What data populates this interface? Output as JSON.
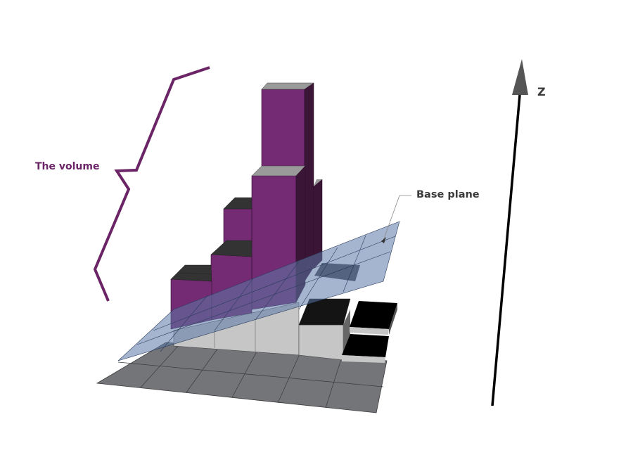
{
  "labels": {
    "volume": "The volume",
    "base_plane": "Base plane",
    "z_axis": "Z"
  },
  "colors": {
    "volume_purple": "#752a74",
    "volume_side_dark": "#3a1535",
    "volume_label": "#6b2466",
    "brace_purple": "#6b2466",
    "text_dark": "#3a3a3a",
    "ground": "#737579",
    "ground_lines": "#3a3a3a",
    "light_block": "#c6c6c6",
    "dark_block_top": "#141414",
    "gray_top": "#9a9a9a",
    "dark_top": "#333333",
    "base_plane_fill": "#5b78a8",
    "base_plane_opacity": "0.55",
    "axis_black": "#000000",
    "arrowhead": "#555555"
  }
}
